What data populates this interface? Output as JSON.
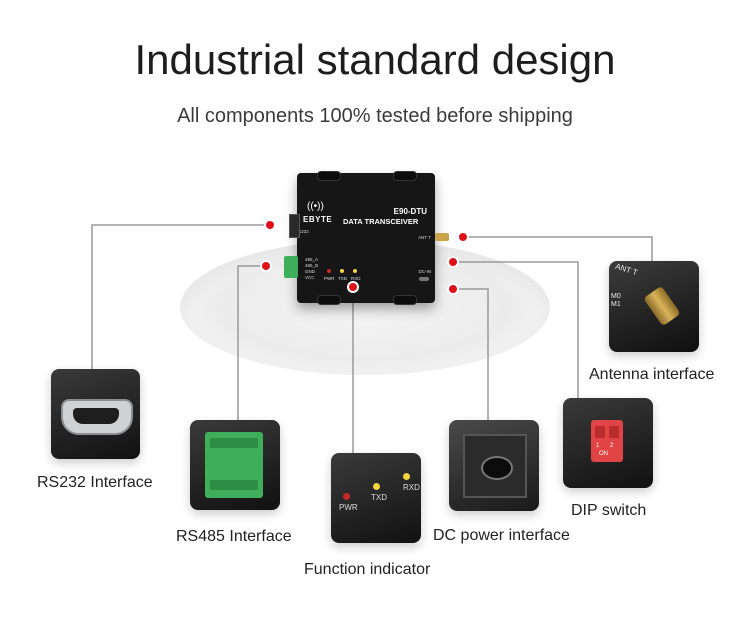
{
  "header": {
    "title": "Industrial standard design",
    "subtitle": "All components 100% tested before shipping"
  },
  "device": {
    "brand": "EBYTE",
    "model": "E90-DTU",
    "name": "DATA TRANSCEIVER",
    "rs232_label": "RS232",
    "port_labels": [
      "485_A",
      "485_B",
      "GND",
      "VCC"
    ],
    "led_labels": [
      "PWR",
      "TXD",
      "RXD"
    ],
    "antenna_label": "ANT T",
    "dc_label": "DC-IN"
  },
  "callouts": {
    "rs232": "RS232 Interface",
    "rs485": "RS485 Interface",
    "indicator": "Function indicator",
    "dc_power": "DC power interface",
    "dip": "DIP switch",
    "antenna": "Antenna interface"
  },
  "panels": {
    "indicator_leds": [
      "PWR",
      "TXD",
      "RXD"
    ],
    "dip_marks": [
      "1",
      "2",
      "ON"
    ],
    "antenna_labels": [
      "ANT T",
      "M0",
      "M1"
    ]
  },
  "colors": {
    "accent_dot": "#e0101a",
    "line": "#9a9a9a",
    "terminal_green": "#3fae5b"
  }
}
